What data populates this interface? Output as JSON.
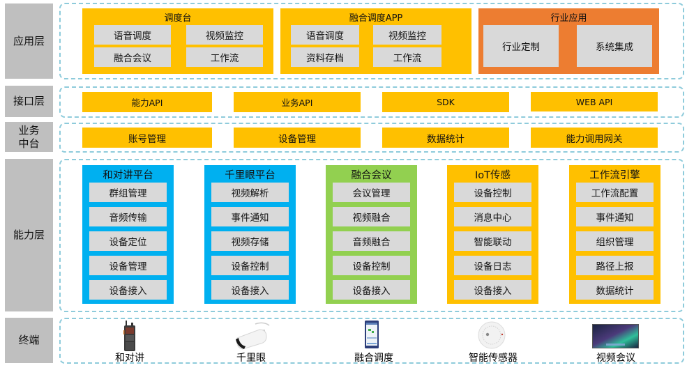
{
  "layers": {
    "application": {
      "label": "应用层",
      "groups": [
        {
          "title": "调度台",
          "items": [
            "语音调度",
            "视频监控",
            "融合会议",
            "工作流"
          ]
        },
        {
          "title": "融合调度APP",
          "items": [
            "语音调度",
            "视频监控",
            "资料存档",
            "工作流"
          ]
        },
        {
          "title": "行业应用",
          "items": [
            "行业定制",
            "系统集成"
          ]
        }
      ]
    },
    "interface": {
      "label": "接口层",
      "items": [
        "能力API",
        "业务API",
        "SDK",
        "WEB API"
      ]
    },
    "business": {
      "label_line1": "业务",
      "label_line2": "中台",
      "items": [
        "账号管理",
        "设备管理",
        "数据统计",
        "能力调用网关"
      ]
    },
    "capability": {
      "label": "能力层",
      "platforms": [
        {
          "title": "和对讲平台",
          "color": "#00b0f0",
          "items": [
            "群组管理",
            "音频传输",
            "设备定位",
            "设备管理",
            "设备接入"
          ]
        },
        {
          "title": "千里眼平台",
          "color": "#00b0f0",
          "items": [
            "视频解析",
            "事件通知",
            "视频存储",
            "设备控制",
            "设备接入"
          ]
        },
        {
          "title": "融合会议",
          "color": "#92d050",
          "items": [
            "会议管理",
            "视频融合",
            "音频融合",
            "设备控制",
            "设备接入"
          ]
        },
        {
          "title": "IoT传感",
          "color": "#ffc000",
          "items": [
            "设备控制",
            "消息中心",
            "智能联动",
            "设备日志",
            "设备接入"
          ]
        },
        {
          "title": "工作流引擎",
          "color": "#ffc000",
          "items": [
            "工作流配置",
            "事件通知",
            "组织管理",
            "路径上报",
            "数据统计"
          ]
        }
      ]
    },
    "terminal": {
      "label": "终端",
      "devices": [
        {
          "name": "和对讲",
          "icon": "walkie-talkie-icon"
        },
        {
          "name": "千里眼",
          "icon": "camera-icon"
        },
        {
          "name": "融合调度",
          "icon": "phone-app-icon"
        },
        {
          "name": "智能传感器",
          "icon": "smoke-sensor-icon"
        },
        {
          "name": "视频会议",
          "icon": "video-conference-screen-icon"
        }
      ]
    }
  },
  "colors": {
    "yellow": "#ffc000",
    "orange": "#ed7d31",
    "blue": "#00b0f0",
    "green": "#92d050",
    "grey_item": "#d9d9d9",
    "label_bg": "#bfbfbf",
    "frame_dash": "#8ecbdb"
  }
}
